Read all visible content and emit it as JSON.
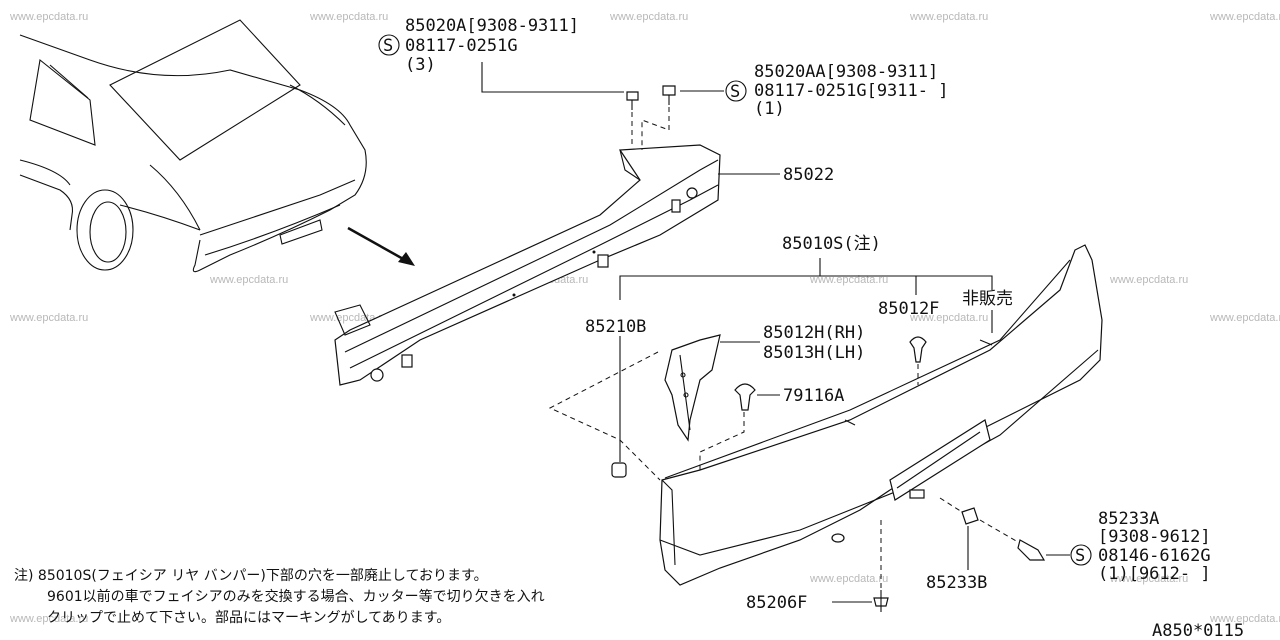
{
  "watermark": "www.epcdata.ru",
  "callouts": {
    "p85020A": {
      "line1": "85020A[9308-9311]",
      "line2": "08117-0251G",
      "line3": "(3)",
      "s": "S"
    },
    "p85020AA": {
      "line1": "85020AA[9308-9311]",
      "line2": "08117-0251G[9311-     ]",
      "line3": "(1)",
      "s": "S"
    },
    "p85022": "85022",
    "p85010S": "85010S(注)",
    "p85012F": "85012F",
    "hihanbai": "非販売",
    "p85210B": "85210B",
    "p85012H": "85012H(RH)",
    "p85013H": "85013H(LH)",
    "p79116A": "79116A",
    "p85233A": {
      "line1": "85233A",
      "line2": "[9308-9612]",
      "line3": "08146-6162G",
      "line4": "(1)[9612-     ]",
      "s": "S"
    },
    "p85233B": "85233B",
    "p85206F": "85206F"
  },
  "notes": {
    "line1": "注) 85010S(フェイシア リヤ バンパー)下部の穴を一部廃止しております。",
    "line2": "9601以前の車でフェイシアのみを交換する場合、カッター等で切り欠きを入れ",
    "line3": "クリップで止めて下さい。部品にはマーキングがしてあります。"
  },
  "figure_code": "A850*0115"
}
